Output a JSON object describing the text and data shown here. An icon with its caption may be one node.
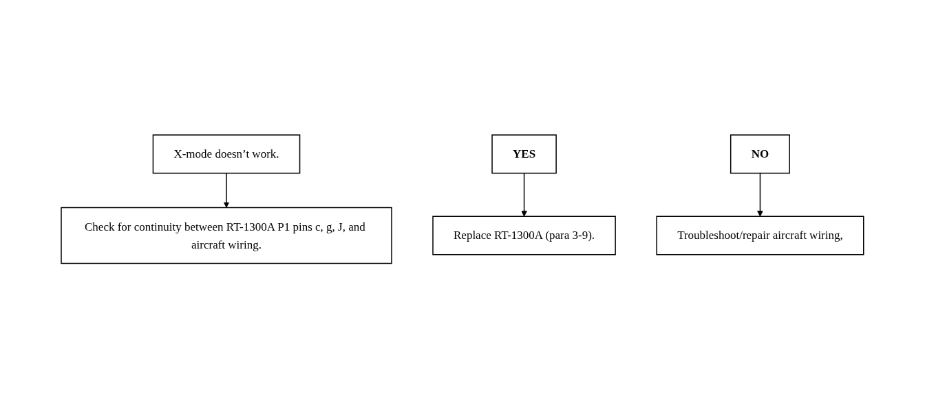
{
  "diagram": {
    "nodes": [
      {
        "text": [
          "X-mode doesn’t work."
        ]
      },
      {
        "text": [
          "Check for continuity between RT-1300A P1 pins c, g, J, and aircraft wiring."
        ]
      },
      {
        "text": [
          "YES"
        ]
      },
      {
        "text": [
          "NO"
        ]
      },
      {
        "text": [
          "Replace RT-1300A (para 3-9)."
        ]
      },
      {
        "text": [
          "Troubleshoot/repair aircraft wiring,"
        ]
      }
    ],
    "edges": [
      {
        "from": 0,
        "to": 1,
        "arrow": "to"
      },
      {
        "from": 2,
        "to": 4,
        "arrow": "to"
      },
      {
        "from": 3,
        "to": 5,
        "arrow": "to"
      }
    ]
  }
}
